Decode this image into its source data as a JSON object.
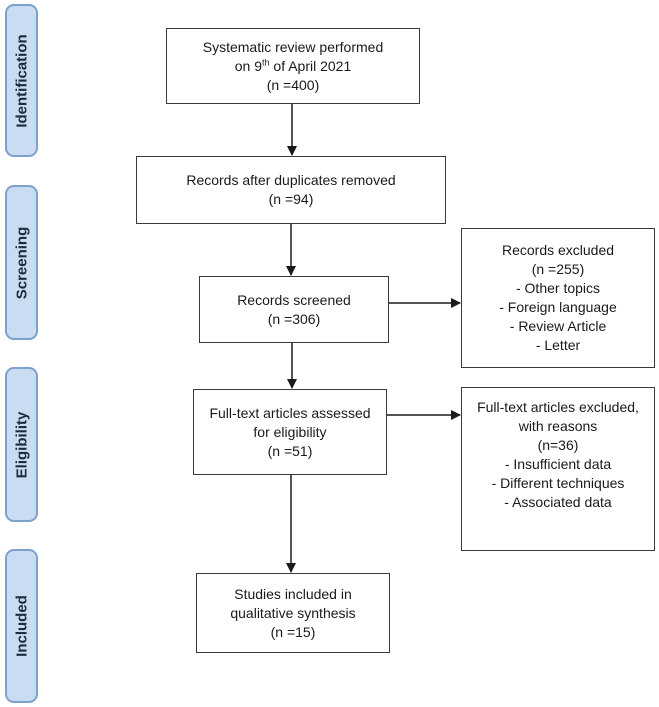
{
  "stages": {
    "identification": "Identification",
    "screening": "Screening",
    "eligibility": "Eligibility",
    "included": "Included"
  },
  "identified": {
    "line1": "Systematic review performed",
    "line2_prefix": "on 9",
    "line2_sup": "th",
    "line2_suffix": " of April 2021",
    "count": "(n =400)"
  },
  "duplicates_removed": {
    "line1": "Records after duplicates removed",
    "count": "(n =94)"
  },
  "screened": {
    "line1": "Records screened",
    "count": "(n =306)"
  },
  "excluded_records": {
    "title": "Records excluded",
    "count": "(n =255)",
    "reasons": [
      "-  Other topics",
      "-  Foreign language",
      "-  Review Article",
      "-  Letter"
    ]
  },
  "fulltext_assessed": {
    "line1": "Full-text articles assessed",
    "line2": "for eligibility",
    "count": "(n =51)"
  },
  "fulltext_excluded": {
    "line1": "Full-text articles excluded,",
    "line2": "with reasons",
    "count": "(n=36)",
    "reasons": [
      "-  Insufficient data",
      "-  Different techniques",
      "-  Associated data"
    ]
  },
  "included_studies": {
    "line1": "Studies included in",
    "line2": "qualitative synthesis",
    "count": "(n =15)"
  }
}
